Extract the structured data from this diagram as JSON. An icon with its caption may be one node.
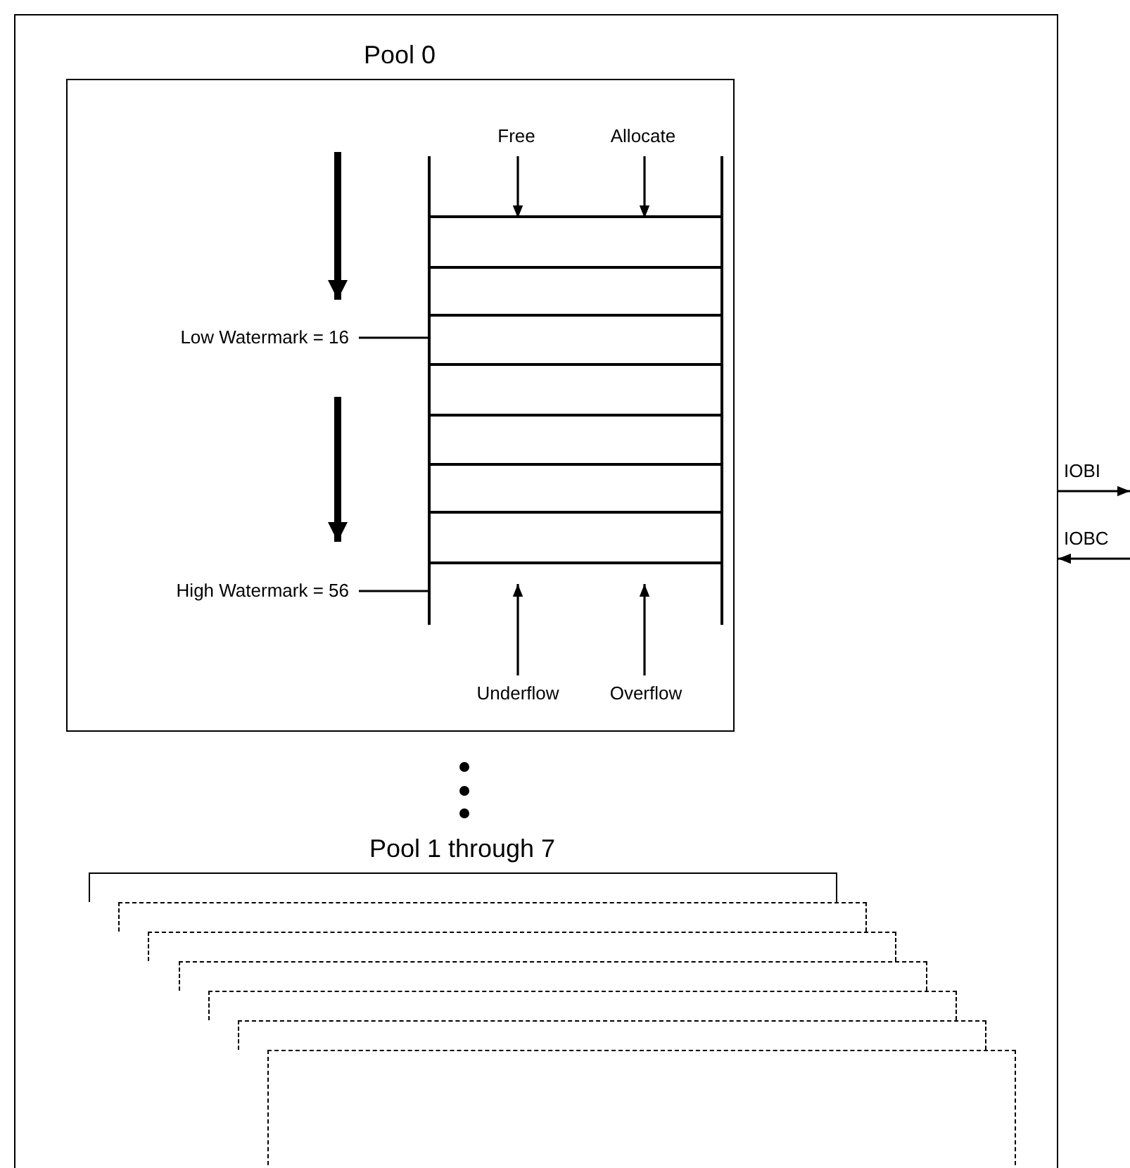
{
  "diagram": {
    "nodes": [
      {
        "text": [],
        "shape": "box"
      },
      {
        "text": [
          "Pool 0"
        ],
        "in": 0
      },
      {
        "text": [],
        "shape": "box",
        "in": 1
      },
      {
        "text": [
          "Free"
        ],
        "in": 1
      },
      {
        "text": [
          "Allocate"
        ],
        "in": 1
      },
      {
        "text": [
          "Low Watermark = 16"
        ],
        "in": 1
      },
      {
        "text": [
          "High Watermark = 56"
        ],
        "in": 1
      },
      {
        "text": [
          "Underflow"
        ],
        "in": 1
      },
      {
        "text": [
          "Overflow"
        ],
        "in": 1
      },
      {
        "text": [
          "Pool 1 through 7"
        ],
        "in": 0
      },
      {
        "text": [],
        "shape": "box",
        "in": 0
      },
      {
        "text": [],
        "shape": "box",
        "in": 0
      },
      {
        "text": [],
        "shape": "box",
        "in": 0
      },
      {
        "text": [],
        "shape": "box",
        "in": 0
      },
      {
        "text": [],
        "shape": "box",
        "in": 0
      },
      {
        "text": [],
        "shape": "box",
        "in": 0
      }
    ],
    "edges": [
      {
        "from": 3,
        "to": 2,
        "arrow": "to"
      },
      {
        "from": 4,
        "to": 2,
        "arrow": "to"
      },
      {
        "from": 5,
        "to": 2,
        "arrow": "none"
      },
      {
        "from": 6,
        "to": 2,
        "arrow": "none"
      },
      {
        "from": 7,
        "to": 2,
        "arrow": "to"
      },
      {
        "from": 8,
        "to": 2,
        "arrow": "to"
      },
      {
        "from": 0,
        "to": null,
        "arrow": "to",
        "label": "IOBI"
      },
      {
        "from": null,
        "to": 0,
        "arrow": "to",
        "label": "IOBC"
      }
    ]
  }
}
